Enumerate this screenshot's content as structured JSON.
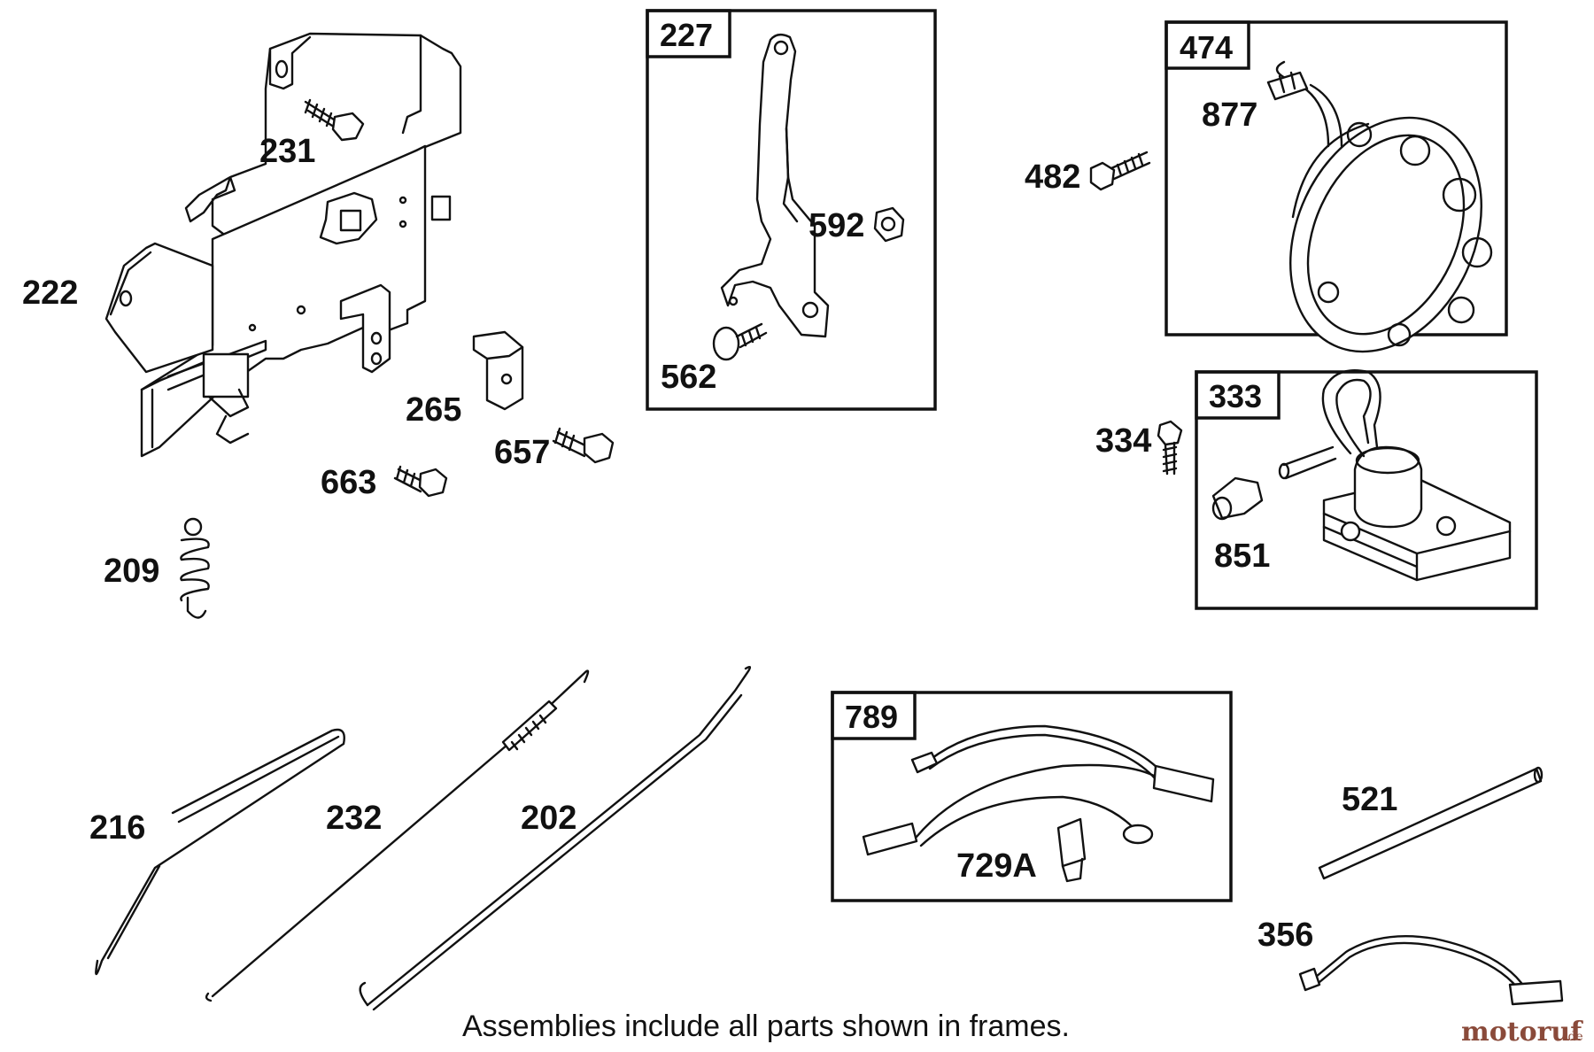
{
  "caption": "Assemblies include all parts shown in frames.",
  "watermark": {
    "brand": "motoruf",
    "suffix": ".de"
  },
  "frames": {
    "f227": "227",
    "f474": "474",
    "f333": "333",
    "f789": "789"
  },
  "labels": {
    "p231": "231",
    "p222": "222",
    "p265": "265",
    "p657": "657",
    "p663": "663",
    "p209": "209",
    "p592": "592",
    "p562": "562",
    "p482": "482",
    "p877": "877",
    "p334": "334",
    "p851": "851",
    "p216": "216",
    "p232": "232",
    "p202": "202",
    "p729A": "729A",
    "p521": "521",
    "p356": "356"
  },
  "colors": {
    "ink": "#111111",
    "watermark": "#8a4a3a"
  }
}
